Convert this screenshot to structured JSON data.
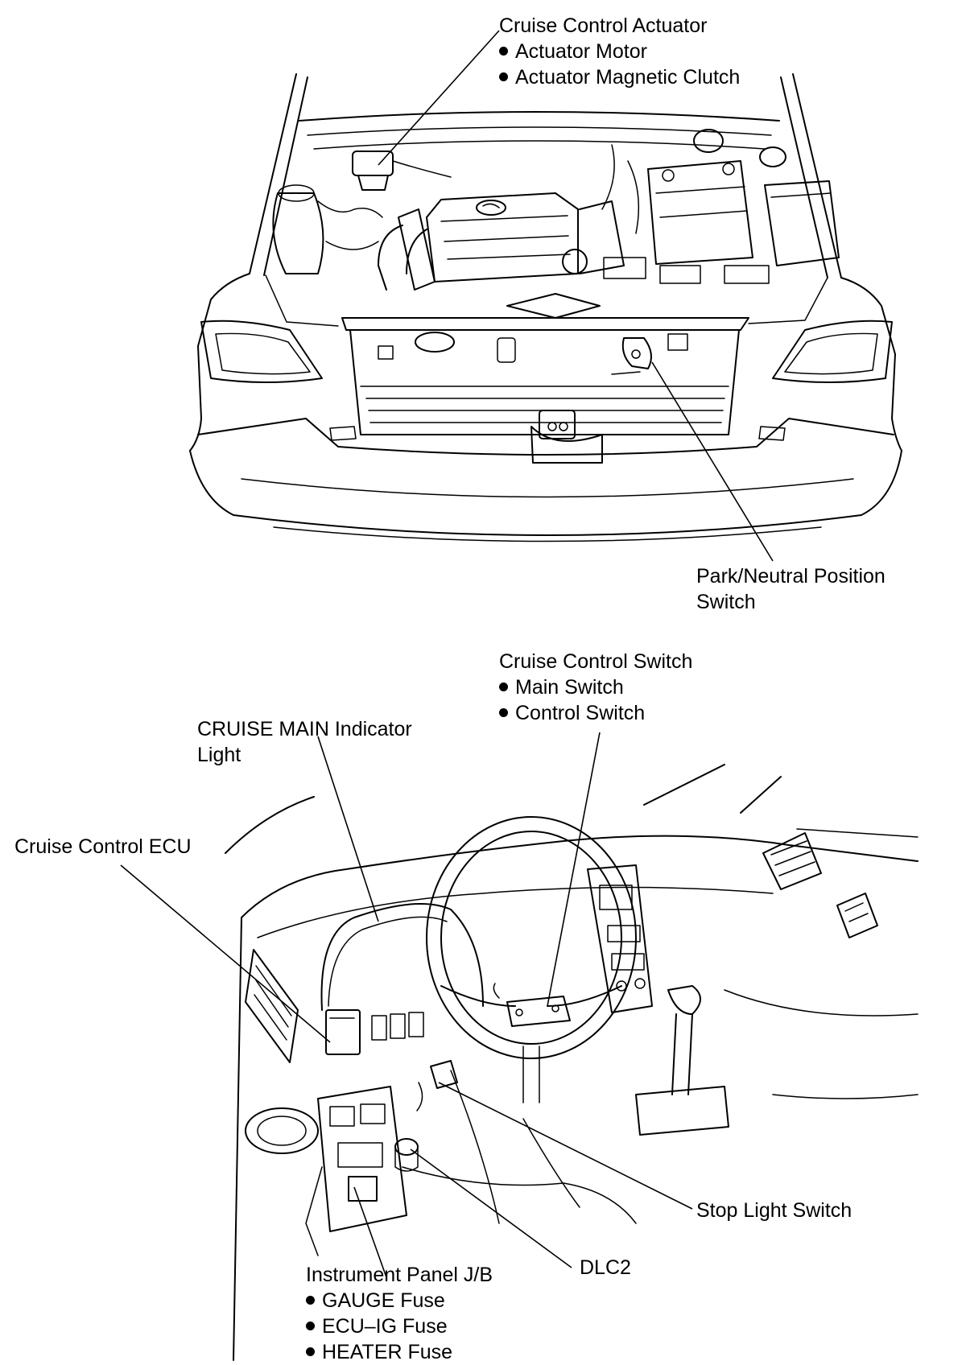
{
  "labels": {
    "actuator": {
      "title": "Cruise Control Actuator",
      "items": [
        "Actuator Motor",
        "Actuator Magnetic Clutch"
      ]
    },
    "pnp": {
      "line1": "Park/Neutral Position",
      "line2": "Switch"
    },
    "ccswitch": {
      "title": "Cruise Control Switch",
      "items": [
        "Main Switch",
        "Control Switch"
      ]
    },
    "indicator": {
      "line1": "CRUISE MAIN Indicator",
      "line2": "Light"
    },
    "ecu": {
      "title": "Cruise Control ECU"
    },
    "stoplight": {
      "title": "Stop Light Switch"
    },
    "dlc2": {
      "title": "DLC2"
    },
    "jb": {
      "title": "Instrument Panel J/B",
      "items": [
        "GAUGE Fuse",
        "ECU–IG Fuse",
        "HEATER Fuse"
      ]
    }
  }
}
